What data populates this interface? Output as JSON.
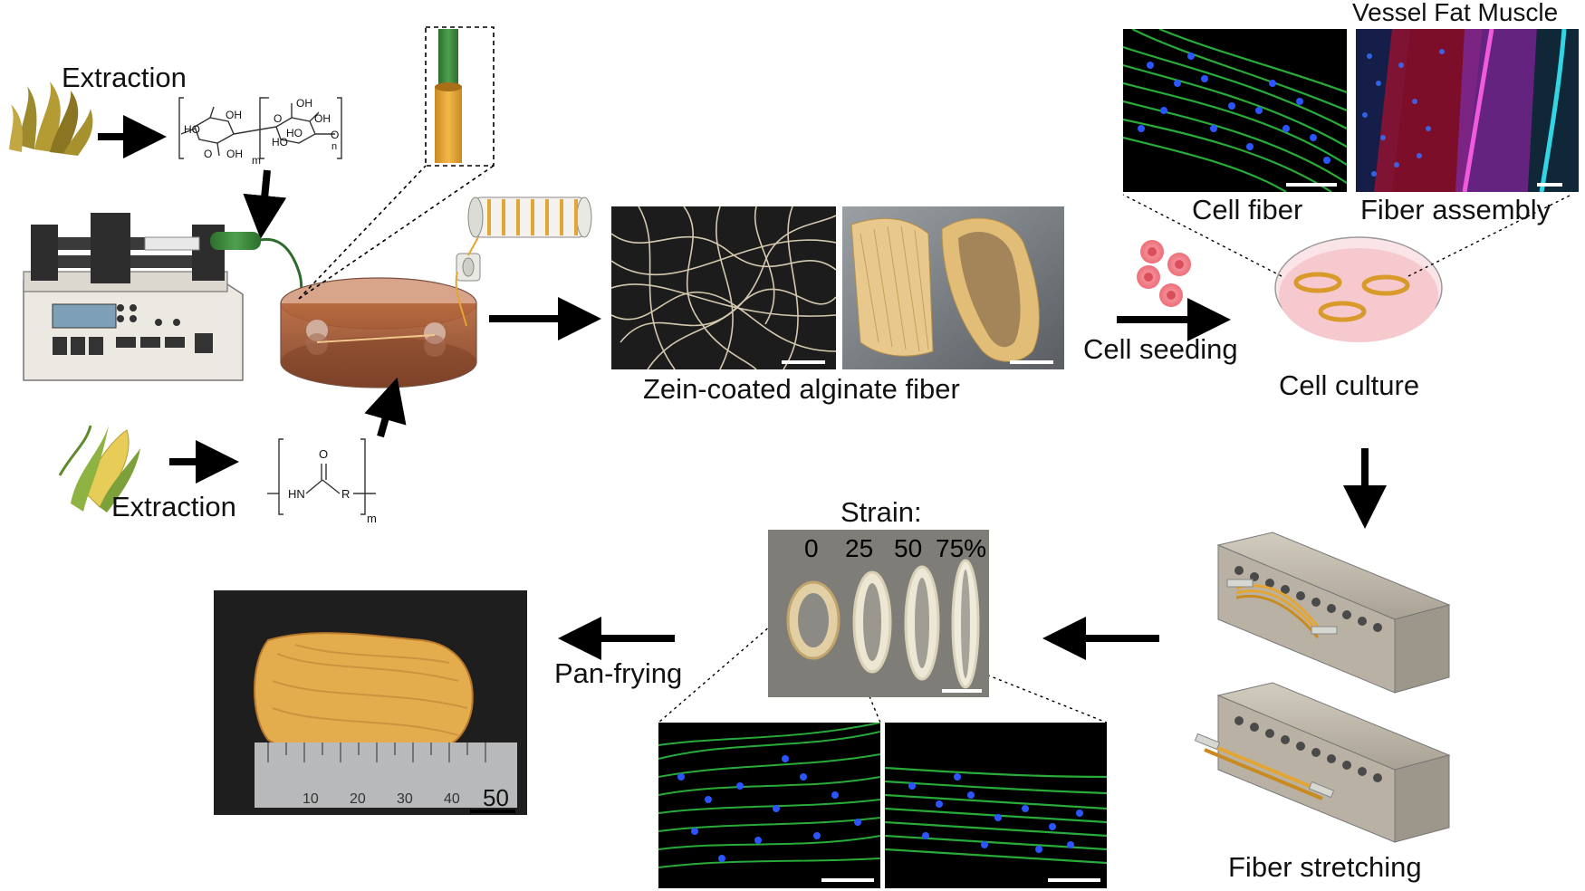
{
  "figure": {
    "labels": {
      "extraction_top": "Extraction",
      "extraction_bottom": "Extraction",
      "zein_fiber": "Zein-coated alginate fiber",
      "cell_seeding": "Cell seeding",
      "cell_culture": "Cell culture",
      "cell_fiber": "Cell fiber",
      "fiber_assembly": "Fiber assembly",
      "vessel_fat_muscle": "Vessel Fat Muscle",
      "strain": "Strain:",
      "strain_values": [
        "0",
        "25",
        "50",
        "75%"
      ],
      "fiber_stretching": "Fiber stretching",
      "pan_frying": "Pan-frying",
      "ruler_numbers": [
        "10",
        "20",
        "30",
        "40",
        "50"
      ],
      "chem_alginate": [
        "HO",
        "OH",
        "HO",
        "OH",
        "O",
        "OH",
        "OH",
        "O",
        "HO",
        "O",
        "m",
        "n"
      ],
      "chem_zein": [
        "O",
        "HN",
        "R",
        "m"
      ]
    },
    "colors": {
      "seaweed": "#8a7a2a",
      "corn_yellow": "#e6c74a",
      "fiber_green": "#3f8a3f",
      "fiber_orange": "#e3a534",
      "bath": "#a0522d",
      "pump_gray": "#9a9a9a",
      "device_gray": "#b5aea0",
      "dish_pink": "#f6c9cf",
      "cell_pink": "#ef7d86",
      "fluor_green": "#2ecc40",
      "fluor_blue": "#1e5bff",
      "fluor_red": "#e0203a",
      "fluor_magenta": "#b040d0",
      "fluor_cyan": "#30d0e0",
      "meat": "#e0a84a"
    }
  }
}
